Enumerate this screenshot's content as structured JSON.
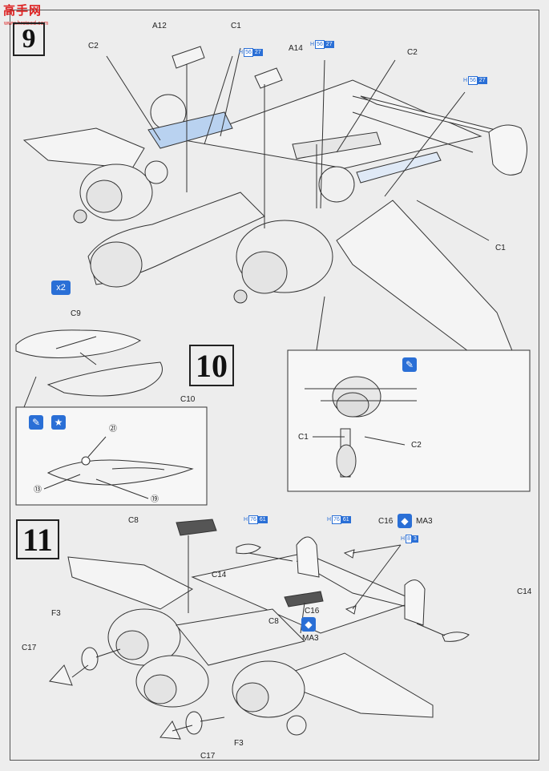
{
  "watermark": {
    "text": "高手网",
    "url": "www.hrsteed.com"
  },
  "step9": {
    "number": "9",
    "labels": {
      "a12": "A12",
      "c1_top": "C1",
      "a14": "A14",
      "c2_left": "C2",
      "c2_right": "C2",
      "c1_right": "C1"
    },
    "tags": [
      {
        "h": "H",
        "code1": "56",
        "code2": "27"
      },
      {
        "h": "H",
        "code1": "56",
        "code2": "27"
      },
      {
        "h": "H",
        "code1": "56",
        "code2": "27"
      }
    ]
  },
  "step10": {
    "number": "10",
    "multiplier": "x2",
    "labels": {
      "c9": "C9",
      "c10": "C10",
      "d21": "㉑",
      "d13": "⑬",
      "d19": "⑲"
    },
    "detail": {
      "c1": "C1",
      "c2": "C2"
    }
  },
  "step11": {
    "number": "11",
    "labels": {
      "c8_top": "C8",
      "c14_left": "C14",
      "c8_mid": "C8",
      "c16_top": "C16",
      "ma3_top": "MA3",
      "c16_mid": "C16",
      "ma3_mid": "MA3",
      "c14_right": "C14",
      "f3_left": "F3",
      "c17_left": "C17",
      "f3_bottom": "F3",
      "c17_bottom": "C17"
    },
    "tags": [
      {
        "h": "H",
        "code1": "76",
        "code2": "61"
      },
      {
        "h": "H",
        "code1": "76",
        "code2": "61"
      },
      {
        "h": "H",
        "code1": "8",
        "code2": "3"
      }
    ]
  },
  "colors": {
    "accent": "#2a6fd6",
    "watermark": "#dd2222",
    "paper": "#ededed"
  }
}
